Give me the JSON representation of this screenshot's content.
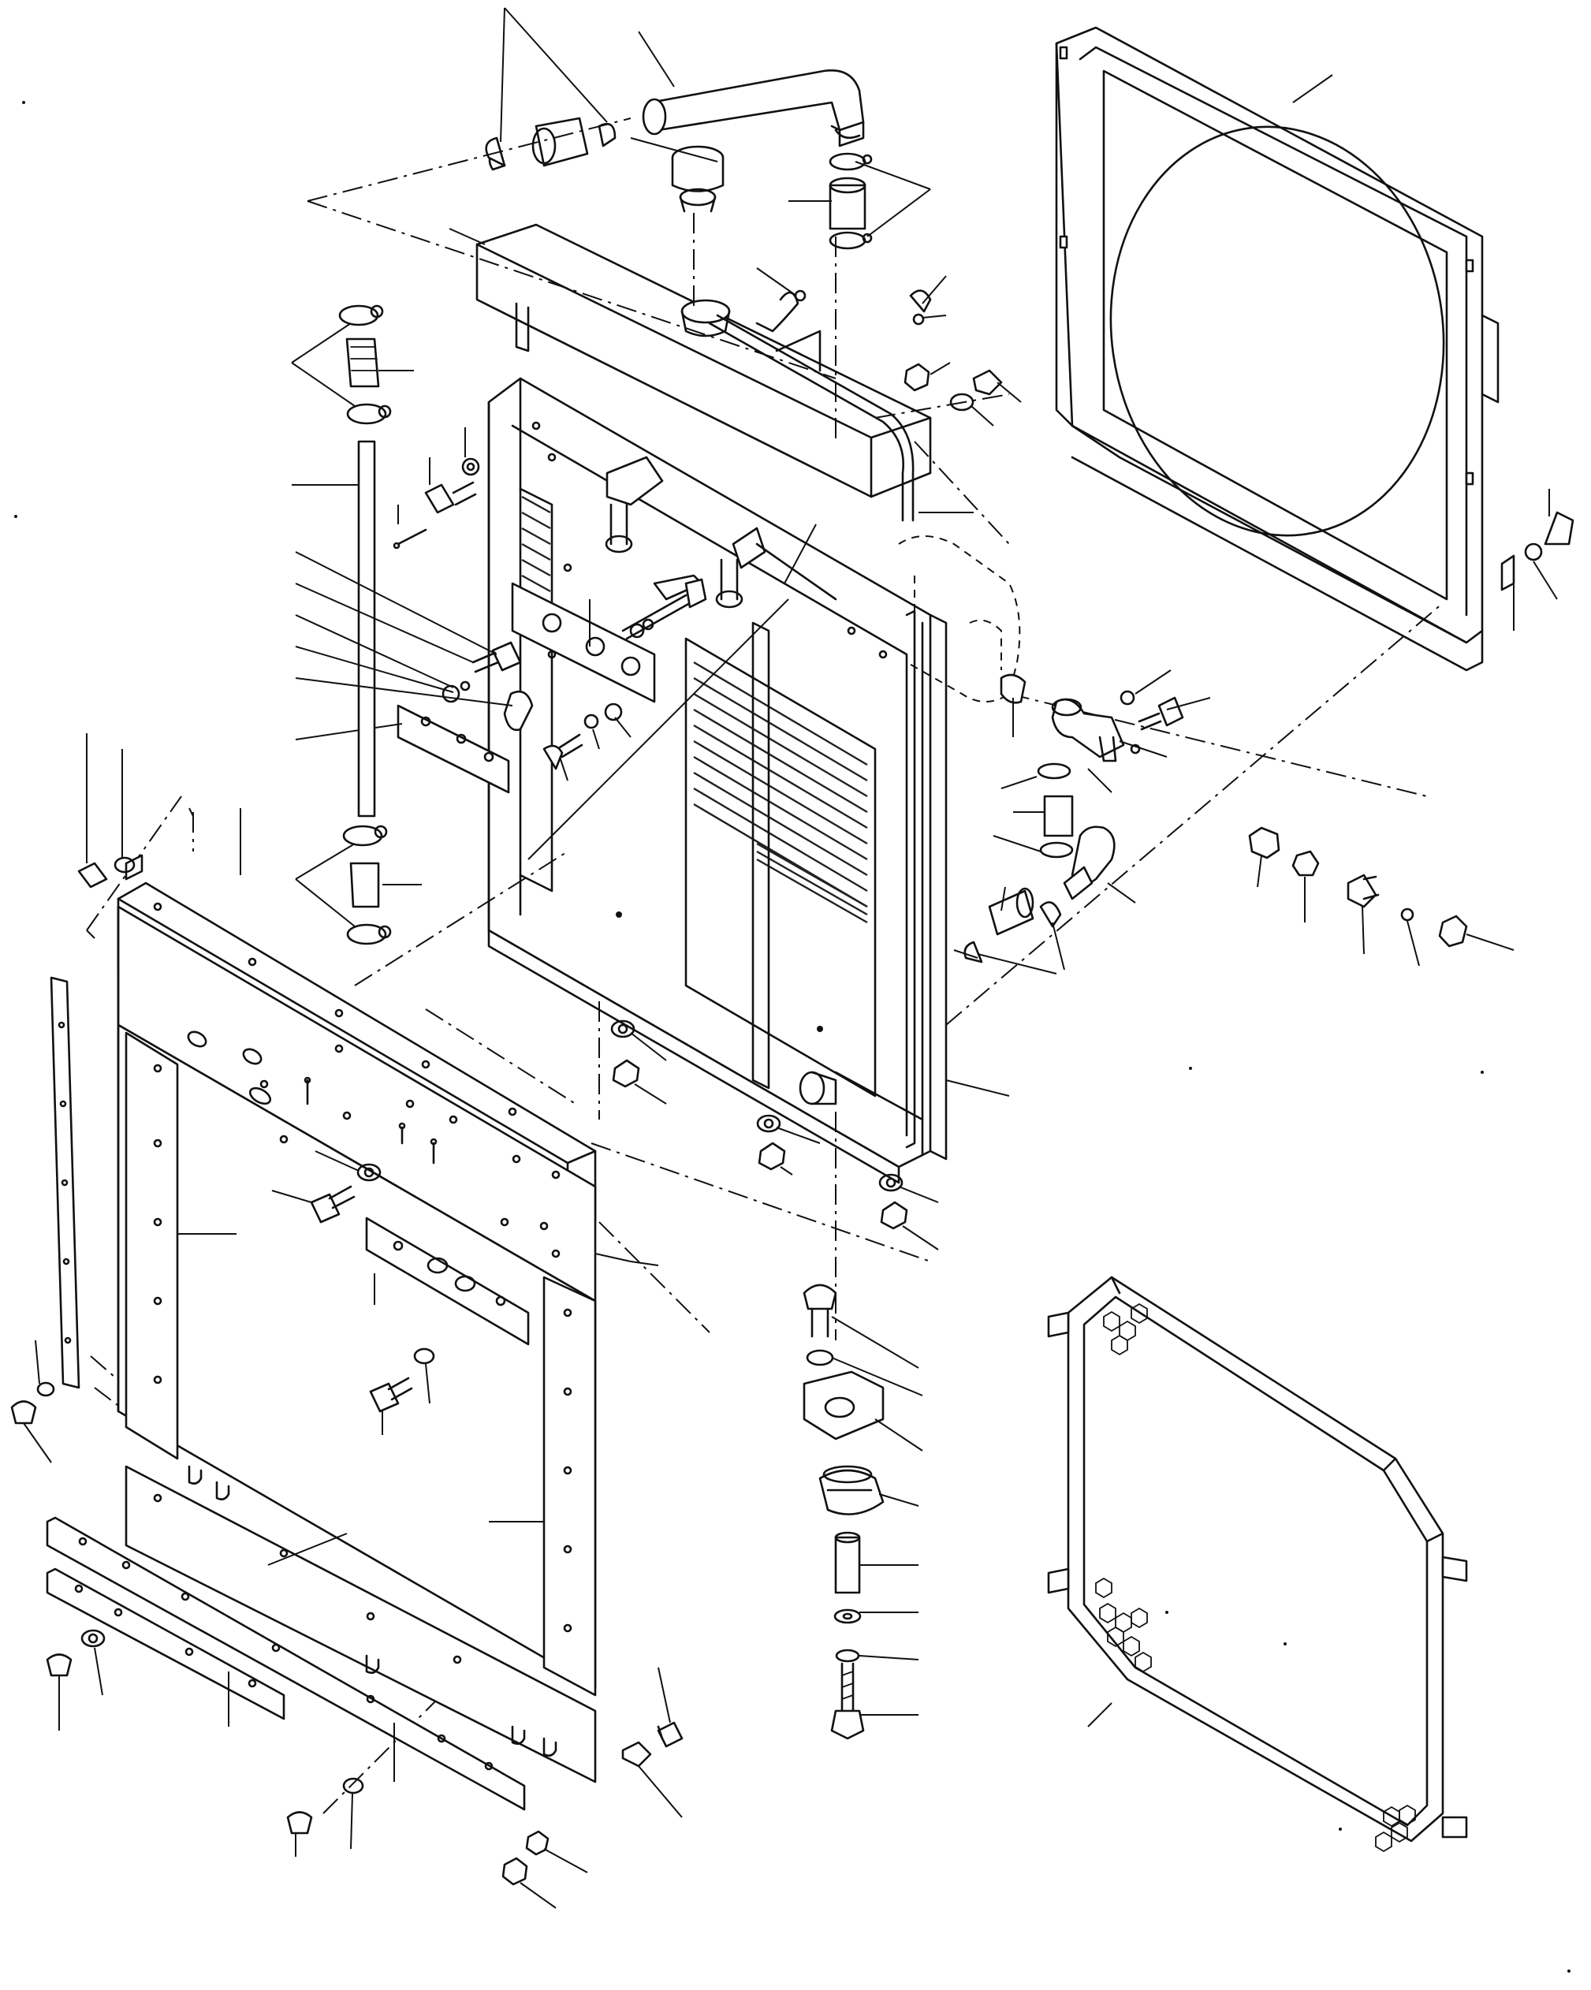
{
  "diagram": {
    "kind": "exploded-parts-view",
    "labels": [],
    "components": [
      "fan-shroud",
      "radiator-guard-screen",
      "radiator-core",
      "header-tank",
      "upper-hose-elbow",
      "radiator-cap",
      "overflow-tube",
      "radiator-side-support-rod",
      "left-side-support-plate",
      "front-cover-plate",
      "center-mounting-bracket",
      "left-vertical-strip",
      "right-vertical-strip",
      "lower-cover-plate",
      "bottom-rail",
      "lower-reinforcement-bar",
      "mount-stack",
      "drain-fittings",
      "pipe-fittings-chain",
      "hose-clamps",
      "bolts-and-washers"
    ]
  }
}
